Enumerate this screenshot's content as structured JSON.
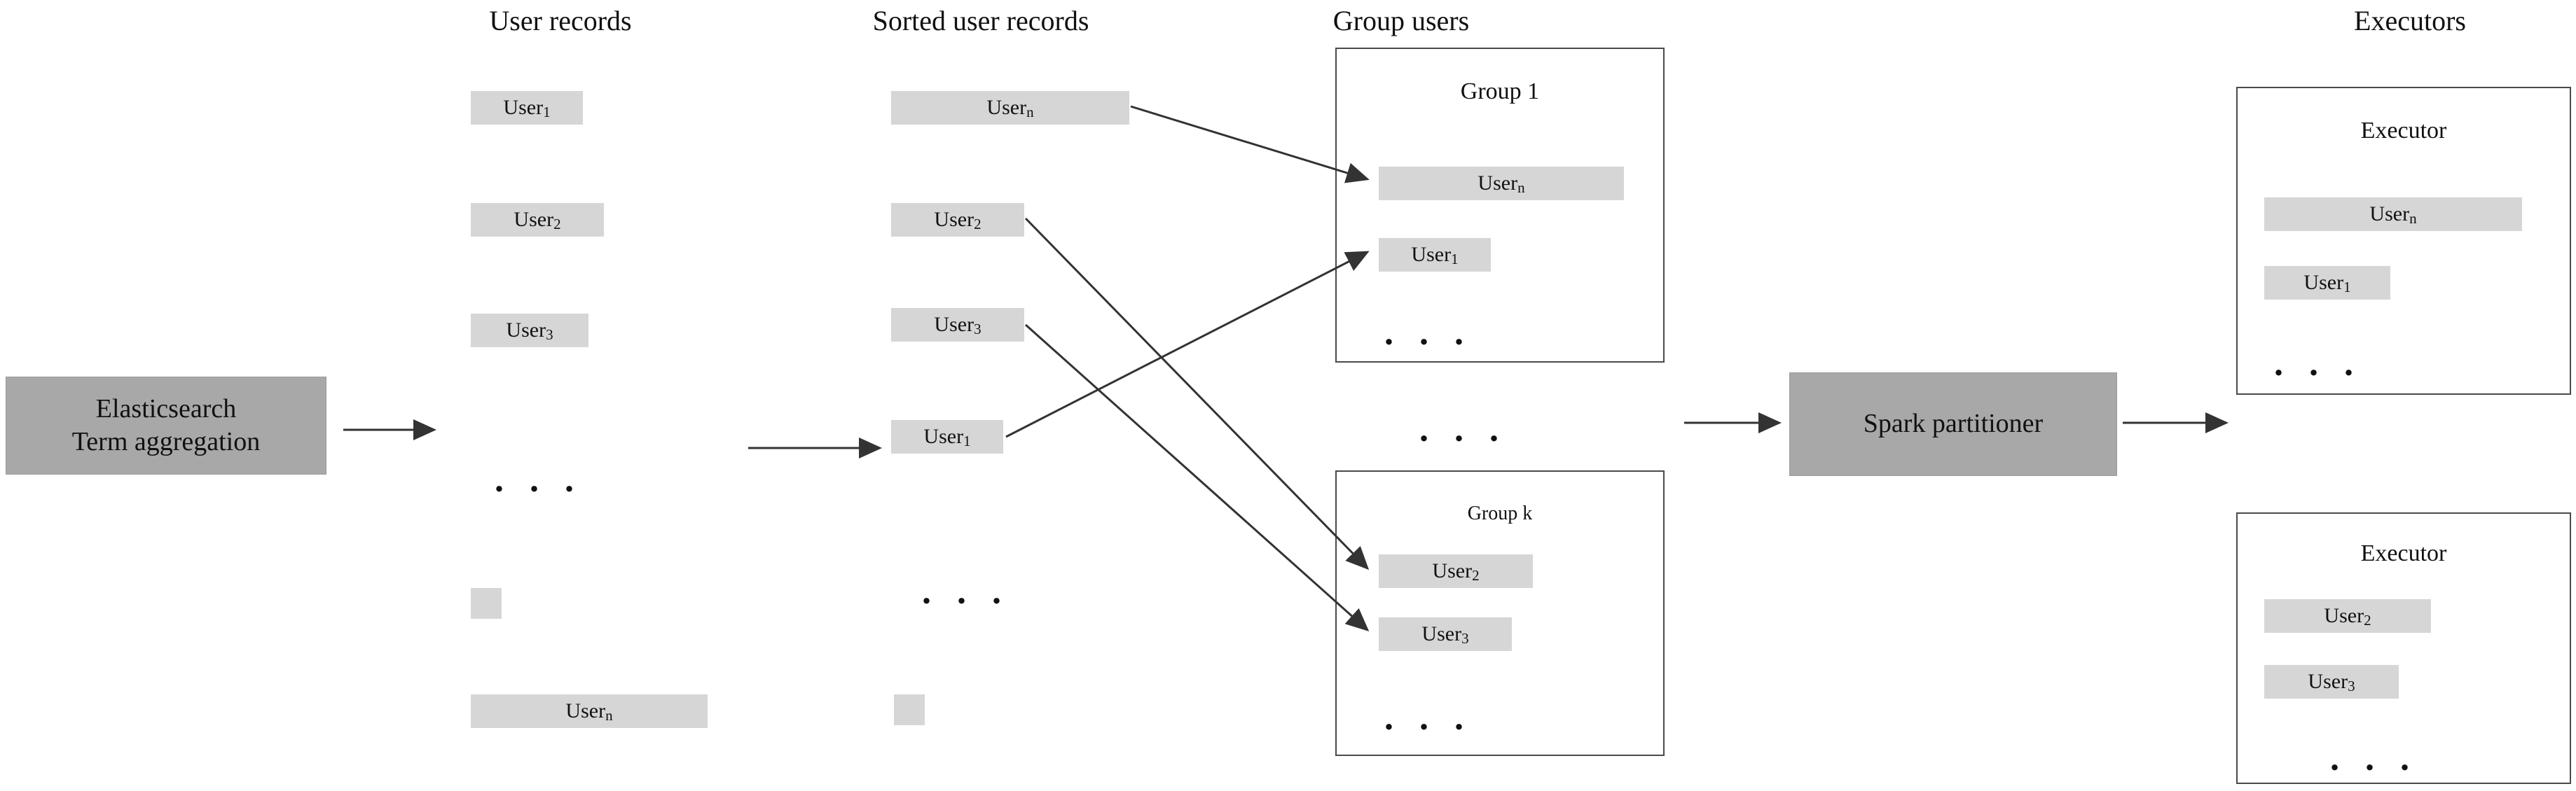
{
  "diagram": {
    "title_elasticsearch": "Elasticsearch",
    "title_elasticsearch_line2": "Term aggregation",
    "spark_partitioner": "Spark partitioner",
    "ellipsis": ". . .",
    "columns": [
      {
        "id": "user-records",
        "title": "User records"
      },
      {
        "id": "sorted-user-records",
        "title": "Sorted user records"
      },
      {
        "id": "group-users",
        "title": "Group users"
      },
      {
        "id": "executors",
        "title": "Executors"
      }
    ],
    "user_records": [
      {
        "label": "User",
        "sub": "1"
      },
      {
        "label": "User",
        "sub": "2"
      },
      {
        "label": "User",
        "sub": "3"
      },
      {
        "label": "User",
        "sub": "n"
      }
    ],
    "sorted_user_records": [
      {
        "label": "User",
        "sub": "n"
      },
      {
        "label": "User",
        "sub": "2"
      },
      {
        "label": "User",
        "sub": "3"
      },
      {
        "label": "User",
        "sub": "1"
      }
    ],
    "groups": [
      {
        "name": "Group 1",
        "users": [
          {
            "label": "User",
            "sub": "n"
          },
          {
            "label": "User",
            "sub": "1"
          }
        ]
      },
      {
        "name": "Group k",
        "users": [
          {
            "label": "User",
            "sub": "2"
          },
          {
            "label": "User",
            "sub": "3"
          }
        ]
      }
    ],
    "executors": [
      {
        "name": "Executor",
        "users": [
          {
            "label": "User",
            "sub": "n"
          },
          {
            "label": "User",
            "sub": "1"
          }
        ]
      },
      {
        "name": "Executor",
        "users": [
          {
            "label": "User",
            "sub": "2"
          },
          {
            "label": "User",
            "sub": "3"
          }
        ]
      }
    ],
    "colors": {
      "chip_fill": "#d6d6d6",
      "node_fill": "#a8a8a8",
      "box_border": "#4a4a4a",
      "arrow": "#333333",
      "background": "#ffffff"
    }
  }
}
